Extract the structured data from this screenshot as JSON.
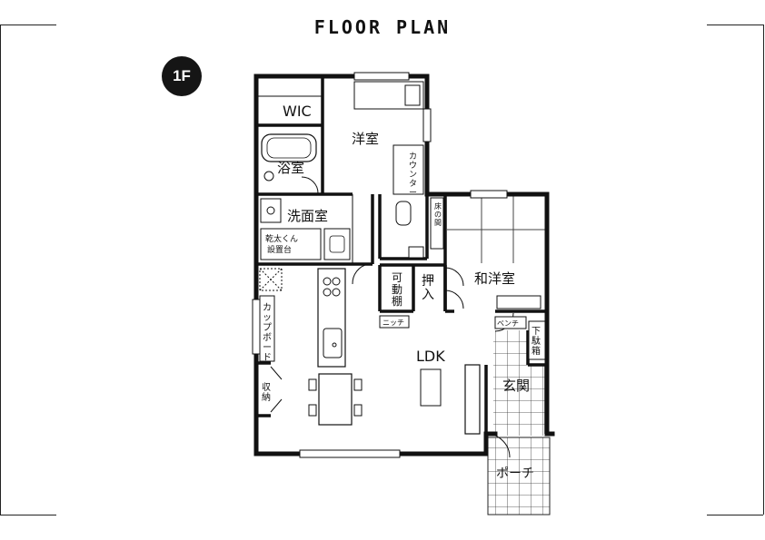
{
  "page": {
    "title": "FLOOR PLAN",
    "floor_badge": "1F"
  },
  "rooms": {
    "wic": "WIC",
    "western_room": "洋室",
    "counter": "カウンター",
    "bathroom": "浴室",
    "washroom": "洗面室",
    "dryer_stand": [
      "乾太くん",
      "設置台"
    ],
    "cupboard": "カップボード",
    "storage": "収納",
    "movable_shelf": "可動棚",
    "closet": "押入",
    "tokonoma": "床の間",
    "japanese_western_room": "和洋室",
    "niche": "ニッチ",
    "bench": "ベンチ",
    "shoe_box": "下駄箱",
    "ldk": "LDK",
    "entrance": "玄関",
    "porch": "ポーチ"
  }
}
